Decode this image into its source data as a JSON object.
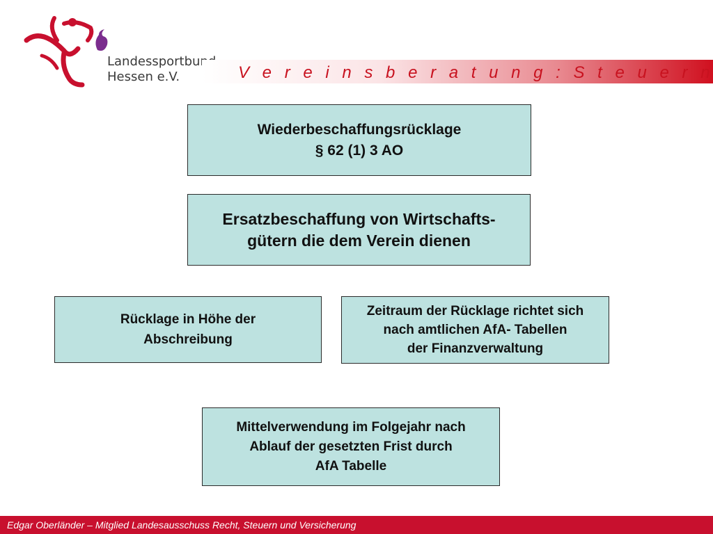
{
  "header": {
    "org_line1": "Landessportbund",
    "org_line2": "Hessen e.V.",
    "section_title": "V e r e i n s b e r a t u n g :   S t e u e r n"
  },
  "colors": {
    "brand_red": "#c8102e",
    "box_fill": "#bde2e0",
    "logo_purple": "#7b2d8e"
  },
  "boxes": [
    {
      "lines": [
        "Wiederbeschaffungsrücklage",
        "§ 62 (1) 3 AO"
      ]
    },
    {
      "lines": [
        "Ersatzbeschaffung von Wirtschafts-",
        "gütern die dem Verein dienen"
      ]
    },
    {
      "lines": [
        "Rücklage in Höhe der",
        "Abschreibung"
      ]
    },
    {
      "lines": [
        "Zeitraum der Rücklage richtet sich",
        "nach amtlichen AfA- Tabellen",
        "der Finanzverwaltung"
      ]
    },
    {
      "lines": [
        "Mittelverwendung im Folgejahr nach",
        "Ablauf der gesetzten Frist durch",
        "AfA Tabelle"
      ]
    }
  ],
  "footer": {
    "text": "Edgar Oberländer – Mitglied Landesausschuss Recht, Steuern und Versicherung"
  }
}
